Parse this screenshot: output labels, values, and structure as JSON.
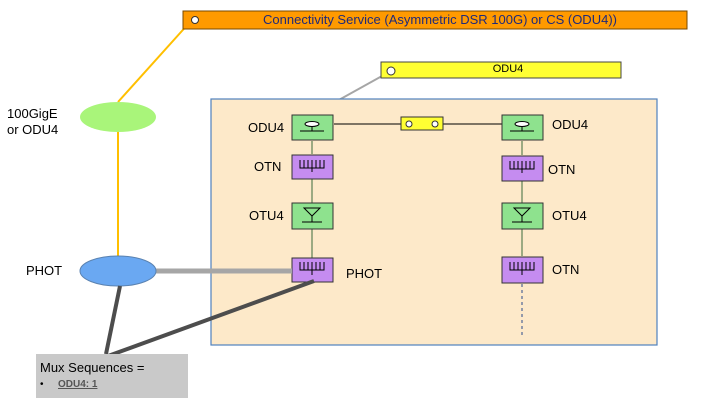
{
  "colors": {
    "connectivity_service_fill": "#ff9a00",
    "odu4_box_fill": "#ffff33",
    "panel_fill": "#fde9c9",
    "panel_border": "#4f81bd",
    "ethernet_node": "#a9f57a",
    "phot_node": "#6aa8f2",
    "odu_tp": "#8ee28e",
    "otn_tp": "#c58cf0",
    "legend_fill": "#c9c9c9",
    "link_orange": "#ffbf00",
    "link_gray": "#a6a6a6",
    "link_dark": "#4d4d4d"
  },
  "connectivity_service": {
    "label": "Connectivity Service (Asymmetric DSR 100G) or CS (ODU4))"
  },
  "odu4_box": {
    "label": "ODU4"
  },
  "nodes": {
    "ethernet_line1": "100GigE",
    "ethernet_line2": "or ODU4",
    "phot": "PHOT"
  },
  "left_stack": {
    "odu4": "ODU4",
    "otn": "OTN",
    "otu4": "OTU4",
    "phot": "PHOT"
  },
  "right_stack": {
    "odu4": "ODU4",
    "otn": "OTN",
    "otu4": "OTU4",
    "otn_bottom": "OTN"
  },
  "legend": {
    "title": "Mux Sequences =",
    "bullet": "•",
    "item": "ODU4: 1"
  }
}
